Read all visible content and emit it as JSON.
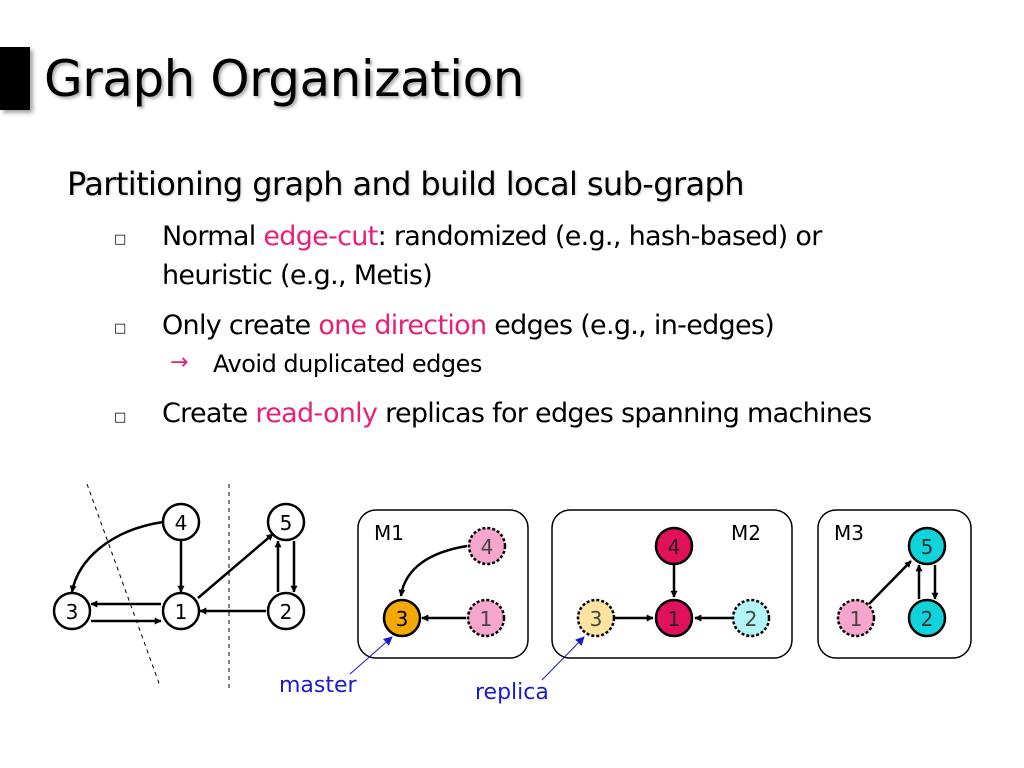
{
  "slide": {
    "title": "Graph Organization",
    "heading": "Partitioning graph and build local sub-graph",
    "bullet_glyph": "□",
    "bullets": [
      {
        "line1_pre": "Normal ",
        "line1_hl": "edge-cut",
        "line1_post": ": randomized (e.g., hash-based) or",
        "line2": "heuristic (e.g., Metis)"
      },
      {
        "pre": "Only create ",
        "hl": "one direction",
        "post": " edges (e.g., in-edges)",
        "sub_arrow": "→",
        "sub_text": "Avoid duplicated edges"
      },
      {
        "pre": "Create ",
        "hl": "read-only",
        "post": " replicas for edges spanning machines"
      }
    ],
    "highlight_color": "#e8207a"
  },
  "diagram": {
    "original_graph": {
      "nodes": [
        "4",
        "5",
        "3",
        "1",
        "2"
      ]
    },
    "machines": [
      {
        "label": "M1",
        "nodes": [
          "4",
          "3",
          "1"
        ]
      },
      {
        "label": "M2",
        "nodes": [
          "4",
          "3",
          "1",
          "2"
        ]
      },
      {
        "label": "M3",
        "nodes": [
          "5",
          "1",
          "2"
        ]
      }
    ],
    "annotations": {
      "master": "master",
      "replica": "replica"
    },
    "colors": {
      "orange_master": "#f5a800",
      "pink_replica": "#f6a5cc",
      "crimson_master": "#e0105a",
      "pale_orange_replica": "#fde3a0",
      "cyan_replica": "#b3f4f6",
      "cyan_master": "#0fd4dc",
      "annotation_blue": "#1a1ad0"
    }
  }
}
